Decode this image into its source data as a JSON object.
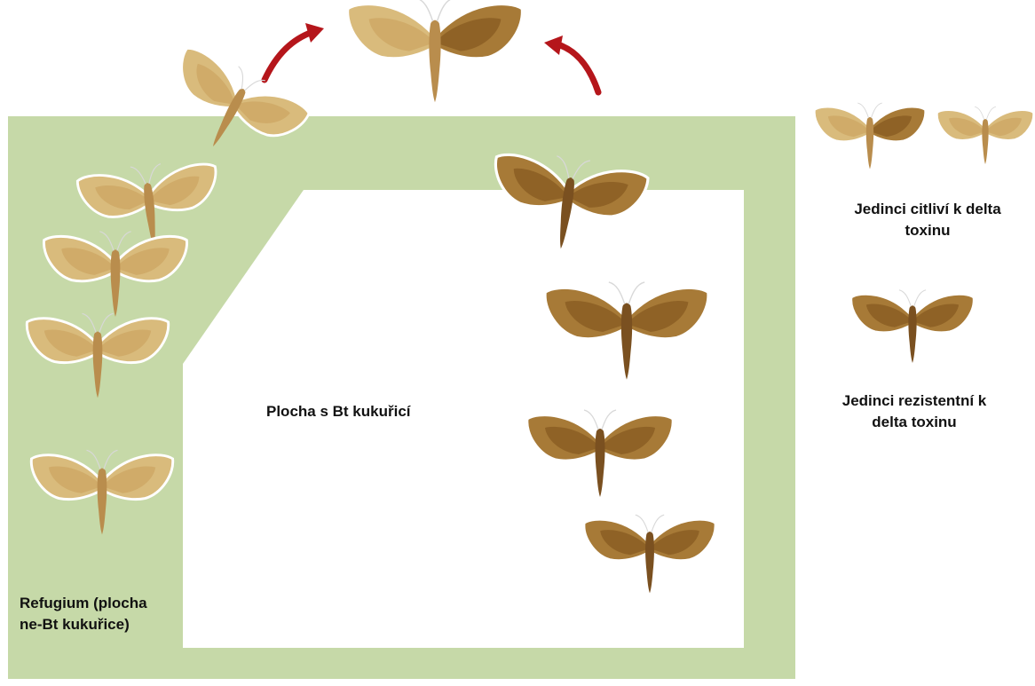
{
  "labels": {
    "bt_field": "Plocha s Bt kukuřicí",
    "refugium_line1": "Refugium (plocha",
    "refugium_line2": "ne-Bt kukuřice)",
    "legend_sensitive_line1": "Jedinci citliví k delta",
    "legend_sensitive_line2": "toxinu",
    "legend_resistant_line1": "Jedinci rezistentní k",
    "legend_resistant_line2": "delta toxinu"
  },
  "colors": {
    "refugium": "#c6d9a8",
    "bt_field": "#ffffff",
    "arrow": "#b5161b",
    "moth_sensitive": "#d9bb7c",
    "moth_resistant": "#84581f"
  },
  "icons": {
    "sensitive": "moth-sensitive-icon",
    "resistant": "moth-resistant-icon",
    "hybrid": "moth-hybrid-icon",
    "arrow": "curved-arrow-icon"
  }
}
